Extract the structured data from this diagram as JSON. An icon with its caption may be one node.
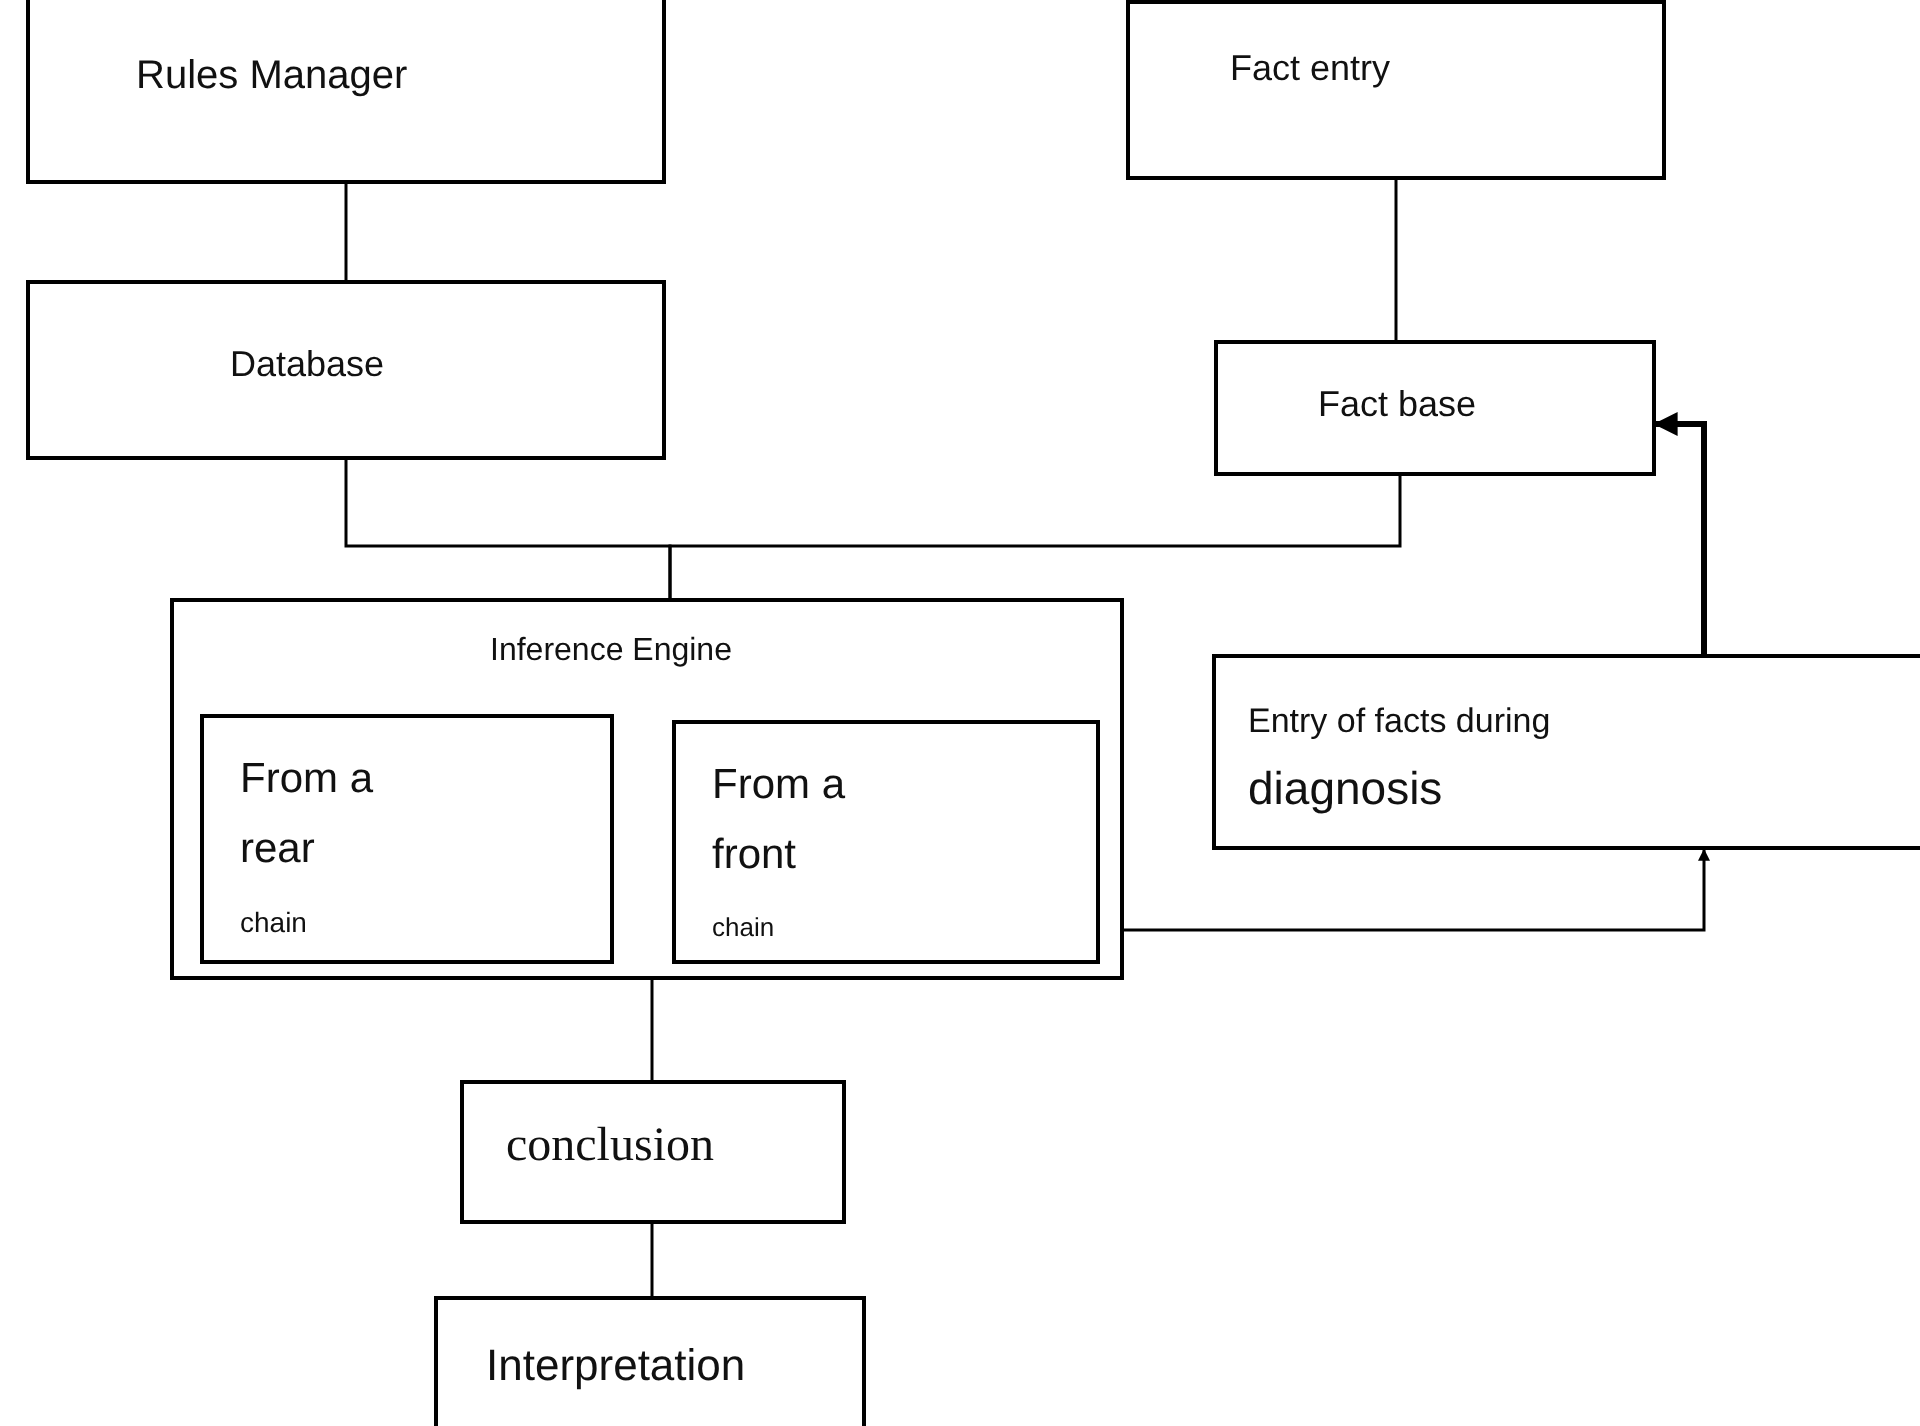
{
  "diagram": {
    "nodes": [
      {
        "text": [
          "Rules Manager"
        ]
      },
      {
        "text": [
          "Fact entry"
        ]
      },
      {
        "text": [
          "Database"
        ]
      },
      {
        "text": [
          "Fact base"
        ]
      },
      {
        "text": [
          "Inference Engine"
        ]
      },
      {
        "text": [
          "From a rear",
          "chain"
        ],
        "in": 4
      },
      {
        "text": [
          "From a front",
          "chain"
        ],
        "in": 4
      },
      {
        "text": [
          "Entry of facts during",
          "diagnosis"
        ]
      },
      {
        "text": [
          "conclusion"
        ]
      },
      {
        "text": [
          "Interpretation"
        ]
      }
    ],
    "edges": [
      {
        "from": 0,
        "to": 2,
        "arrow": "none"
      },
      {
        "from": 1,
        "to": 3,
        "arrow": "none"
      },
      {
        "from": 2,
        "to": 4,
        "arrow": "none"
      },
      {
        "from": 3,
        "to": 4,
        "arrow": "none"
      },
      {
        "from": 4,
        "to": 7,
        "arrow": "to"
      },
      {
        "from": 7,
        "to": 3,
        "arrow": "to",
        "style": "thick"
      },
      {
        "from": 4,
        "to": 8,
        "arrow": "none"
      },
      {
        "from": 8,
        "to": 9,
        "arrow": "none"
      }
    ]
  }
}
